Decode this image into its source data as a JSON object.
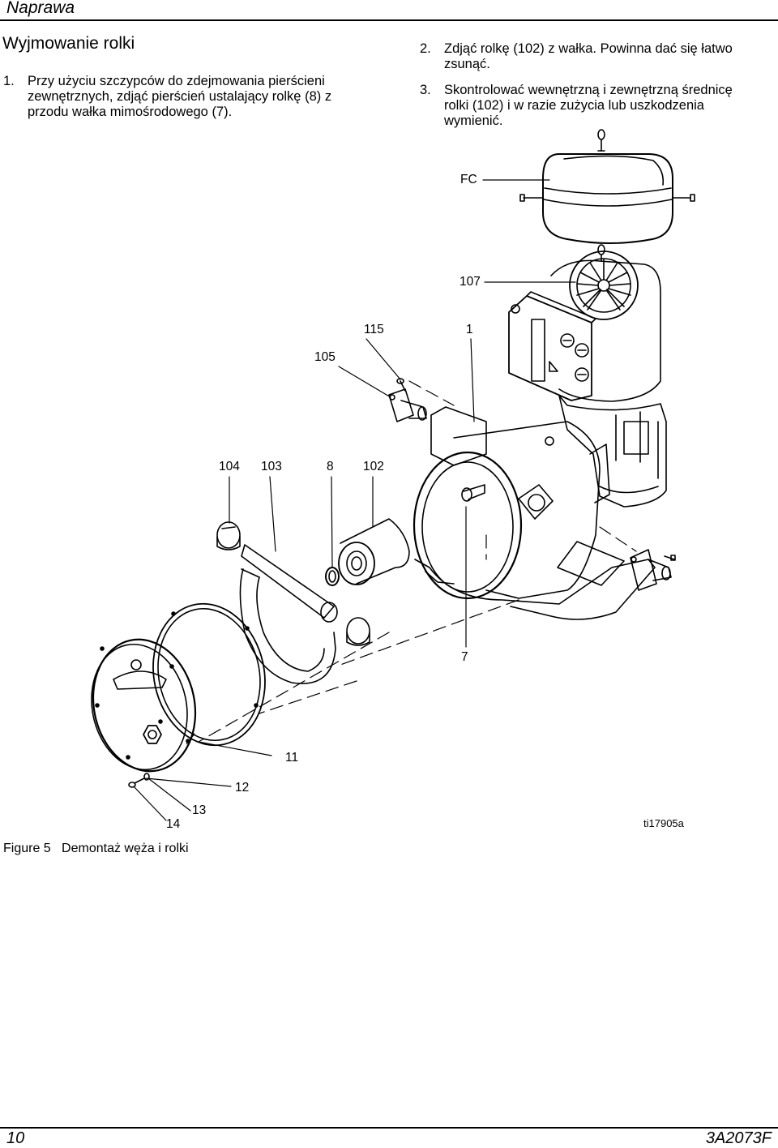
{
  "header": {
    "section": "Naprawa"
  },
  "heading": "Wyjmowanie rolki",
  "steps": [
    {
      "num": "1.",
      "text": "Przy użyciu szczypców do zdejmowania pierścieni zewnętrznych, zdjąć pierścień ustalający rolkę (8) z przodu wałka mimośrodowego (7)."
    },
    {
      "num": "2.",
      "text": "Zdjąć rolkę (102) z wałka. Powinna dać się łatwo zsunąć."
    },
    {
      "num": "3.",
      "text": "Skontrolować wewnętrzną i zewnętrzną średnicę rolki (102) i w razie zużycia lub uszkodzenia wymienić."
    }
  ],
  "figure": {
    "labels": {
      "fc": "FC",
      "l107": "107",
      "l115": "115",
      "l1": "1",
      "l105": "105",
      "l104": "104",
      "l103": "103",
      "l8": "8",
      "l102": "102",
      "l7": "7",
      "l11": "11",
      "l12": "12",
      "l13": "13",
      "l14": "14"
    },
    "ref_code": "ti17905a",
    "caption_number": "Figure 5",
    "caption_text": "Demontaż węża i rolki"
  },
  "footer": {
    "page_number": "10",
    "doc_code": "3A2073F"
  }
}
